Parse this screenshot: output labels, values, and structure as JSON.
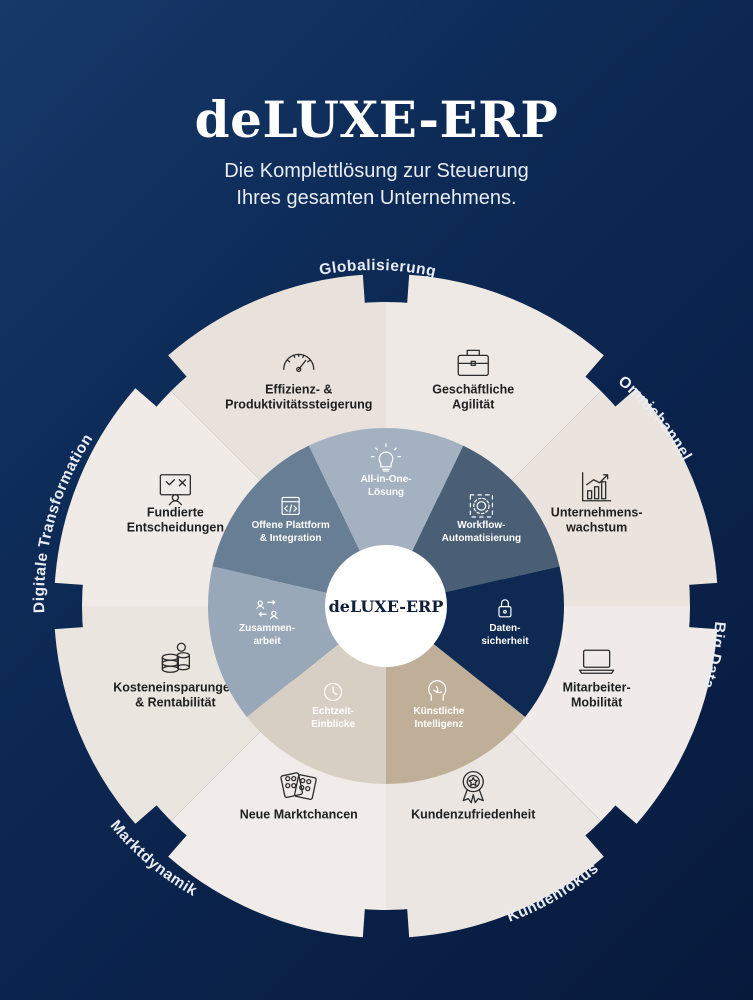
{
  "title": "deLUXE-ERP",
  "subtitle_line1": "Die Komplettlösung zur Steuerung",
  "subtitle_line2": "Ihres gesamten Unternehmens.",
  "center_label": "deLUXE-ERP",
  "outer_labels": {
    "top": "Globalisierung",
    "top_right": "Omnichannel",
    "right": "Big Data",
    "bottom_right": "Kundenfokus",
    "bottom_left": "Marktdynamik",
    "left": "Digitale Transformation"
  },
  "outer_segments": [
    {
      "lines": [
        "Geschäftliche",
        "Agilität"
      ],
      "icon": "briefcase-icon",
      "color": "#efe9e5"
    },
    {
      "lines": [
        "Unternehmens-",
        "wachstum"
      ],
      "icon": "growth-chart-icon",
      "color": "#eae3de"
    },
    {
      "lines": [
        "Mitarbeiter-",
        "Mobilität"
      ],
      "icon": "laptop-icon",
      "color": "#f0ebe8"
    },
    {
      "lines": [
        "Kundenzufriedenheit"
      ],
      "icon": "award-badge-icon",
      "color": "#ece6e2"
    },
    {
      "lines": [
        "Neue Marktchancen"
      ],
      "icon": "market-pills-icon",
      "color": "#f1ece9"
    },
    {
      "lines": [
        "Kosteneinsparungen",
        "& Rentabilität"
      ],
      "icon": "coins-icon",
      "color": "#ebe5e0"
    },
    {
      "lines": [
        "Fundierte",
        "Entscheidungen"
      ],
      "icon": "decision-board-icon",
      "color": "#f0ebe7"
    },
    {
      "lines": [
        "Effizienz- &",
        "Produktivitätssteigerung"
      ],
      "icon": "speedometer-icon",
      "color": "#e9e2dc"
    }
  ],
  "inner_segments": [
    {
      "lines": [
        "All-in-One-",
        "Lösung"
      ],
      "icon": "lightbulb-icon",
      "color": "#a4b1c0"
    },
    {
      "lines": [
        "Workflow-",
        "Automatisierung"
      ],
      "icon": "gear-icon",
      "color": "#4a5f76"
    },
    {
      "lines": [
        "Daten-",
        "sicherheit"
      ],
      "icon": "lock-icon",
      "color": "#0e2952"
    },
    {
      "lines": [
        "Künstliche",
        "Intelligenz"
      ],
      "icon": "brain-icon",
      "color": "#bfaf98"
    },
    {
      "lines": [
        "Echtzeit-",
        "Einblicke"
      ],
      "icon": "clock-icon",
      "color": "#d8cfc4"
    },
    {
      "lines": [
        "Zusammen-",
        "arbeit"
      ],
      "icon": "collaboration-icon",
      "color": "#98a8b8"
    },
    {
      "lines": [
        "Offene Plattform",
        "& Integration"
      ],
      "icon": "code-window-icon",
      "color": "#687e94"
    }
  ]
}
